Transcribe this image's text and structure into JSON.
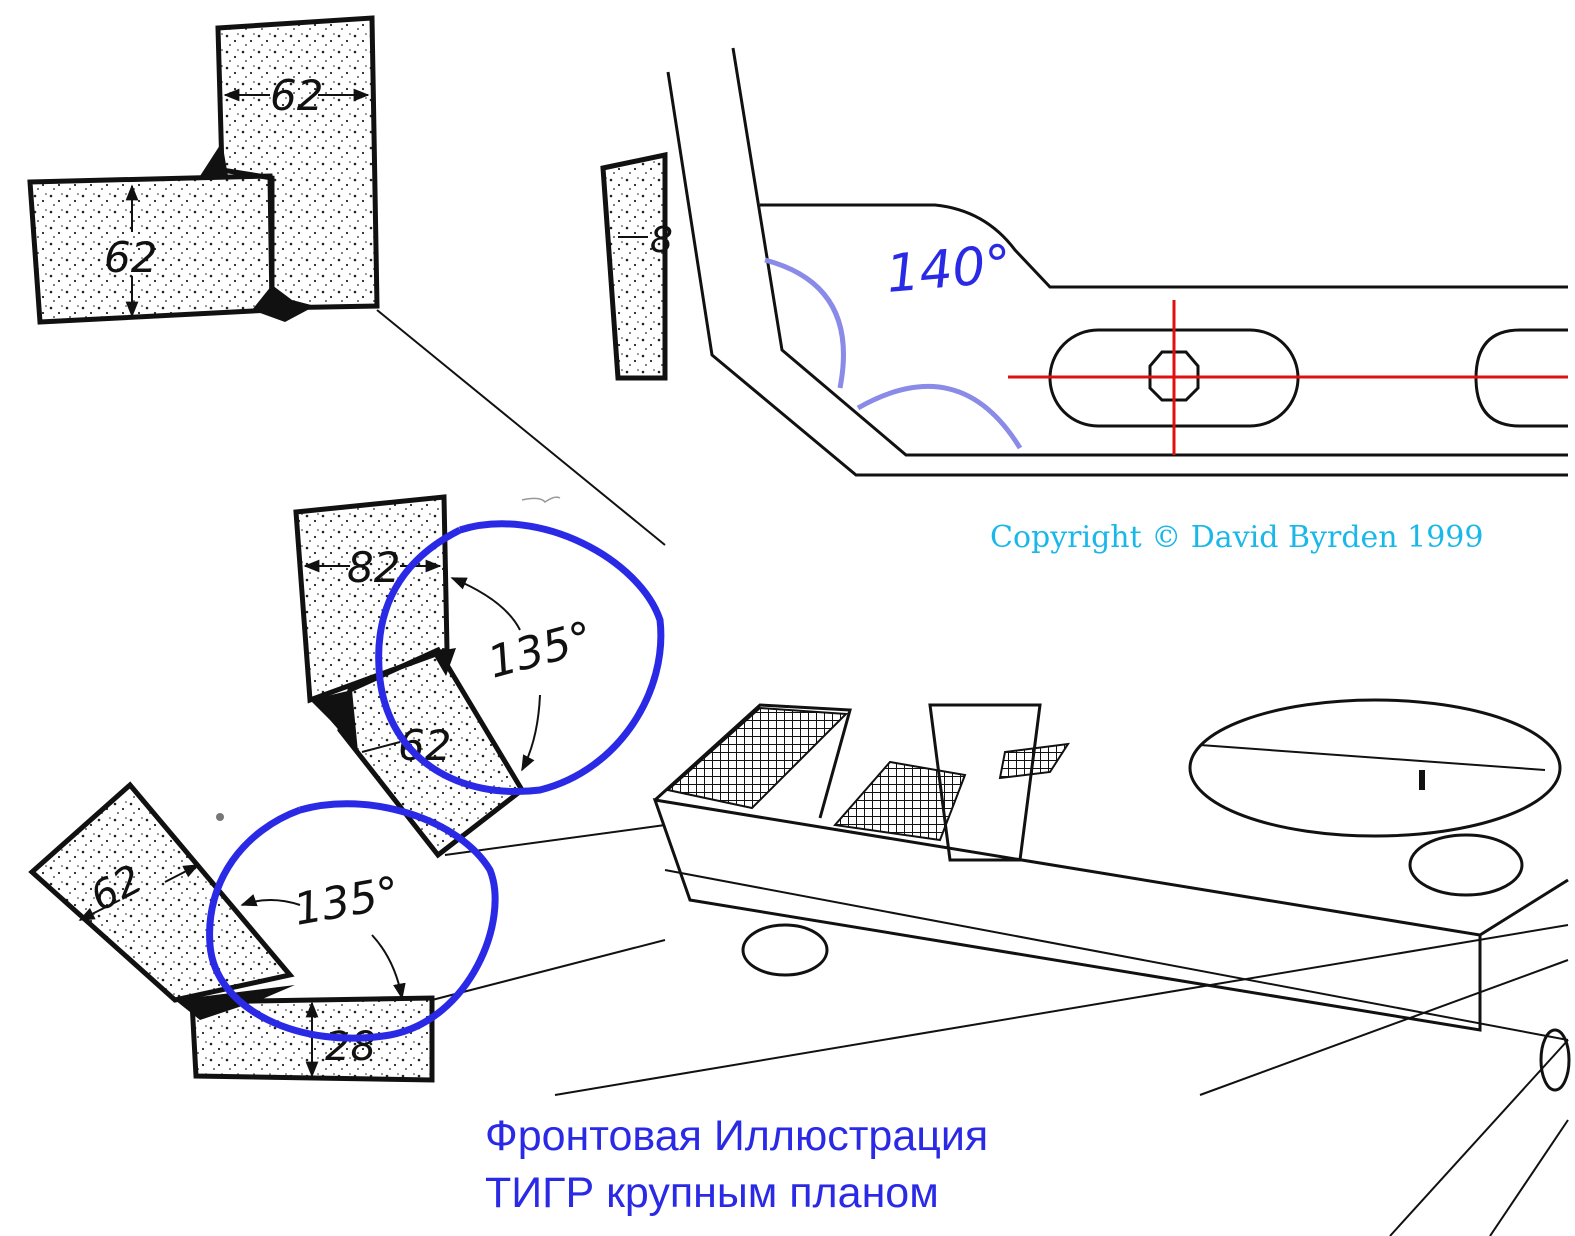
{
  "colors": {
    "ink": "#111111",
    "annotation_blue": "#2a2ae6",
    "soft_blue": "#8a8ae8",
    "centerline_red": "#e01010",
    "copyright_cyan": "#1ab8e8",
    "caption_blue": "#2a2ae6"
  },
  "drawing_top_left": {
    "vertical_plate_label": "62",
    "horizontal_plate_label": "62"
  },
  "drawing_middle": {
    "upper_plate_label": "82",
    "lower_plate_label": "62",
    "angle_label": "135°"
  },
  "drawing_bottom": {
    "slanted_plate_label": "62",
    "base_plate_label": "28",
    "angle_label": "135°"
  },
  "drawing_partial_right": {
    "cut_label": "8"
  },
  "cad_drawing": {
    "angle_annotation": "140°",
    "copyright": "Copyright © David Byrden 1999"
  },
  "caption": {
    "line1": "Фронтовая Иллюстрация",
    "line2": "ТИГР крупным планом"
  }
}
